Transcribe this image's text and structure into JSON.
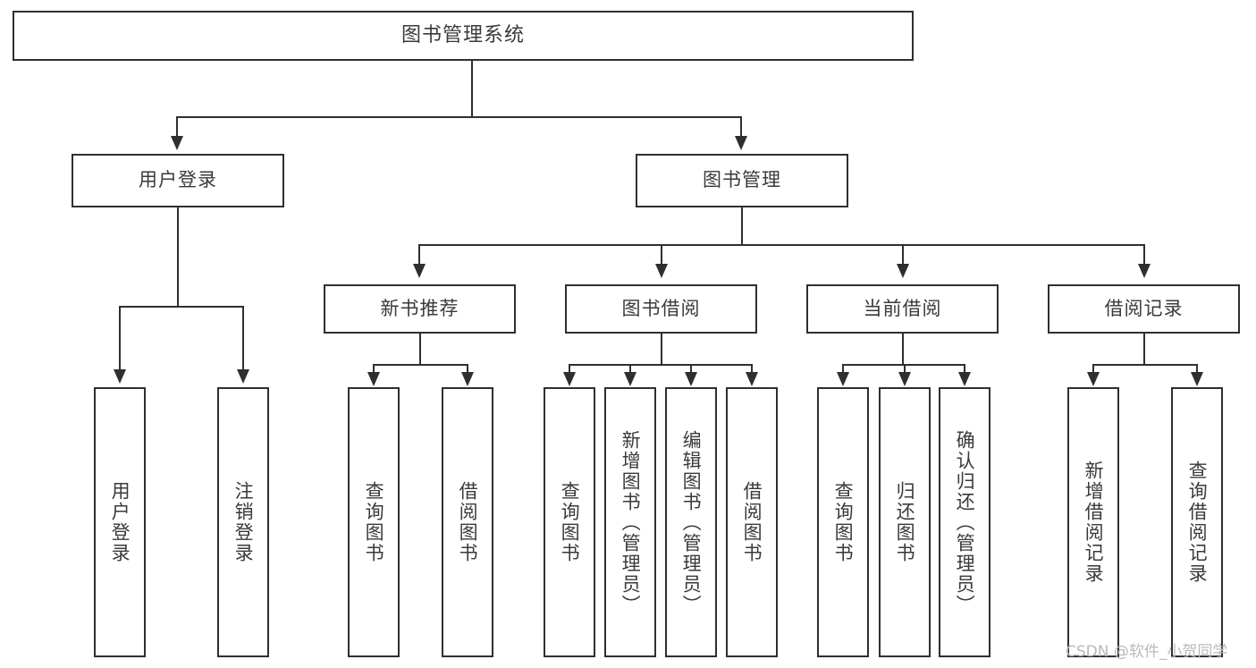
{
  "diagram": {
    "title": "图书管理系统",
    "type": "tree-hierarchy-diagram",
    "colors": {
      "stroke": "#2f2f2f",
      "text": "#3a3a3a",
      "background": "#ffffff",
      "watermark": "#b9b9b9"
    },
    "nodes": {
      "root": {
        "label": "图书管理系统"
      },
      "level2": [
        {
          "label": "用户登录"
        },
        {
          "label": "图书管理"
        }
      ],
      "level3": [
        {
          "label": "新书推荐"
        },
        {
          "label": "图书借阅"
        },
        {
          "label": "当前借阅"
        },
        {
          "label": "借阅记录"
        }
      ],
      "leaves_user_login": [
        {
          "label": "用户登录"
        },
        {
          "label": "注销登录"
        }
      ],
      "leaves_new_book": [
        {
          "label": "查询图书"
        },
        {
          "label": "借阅图书"
        }
      ],
      "leaves_borrow": [
        {
          "label": "查询图书"
        },
        {
          "label": "新增图书（管理员）"
        },
        {
          "label": "编辑图书（管理员）"
        },
        {
          "label": "借阅图书"
        }
      ],
      "leaves_current": [
        {
          "label": "查询图书"
        },
        {
          "label": "归还图书"
        },
        {
          "label": "确认归还（管理员）"
        }
      ],
      "leaves_record": [
        {
          "label": "新增借阅记录"
        },
        {
          "label": "查询借阅记录"
        }
      ]
    },
    "watermark": "CSDN @软件_小贺同学"
  }
}
